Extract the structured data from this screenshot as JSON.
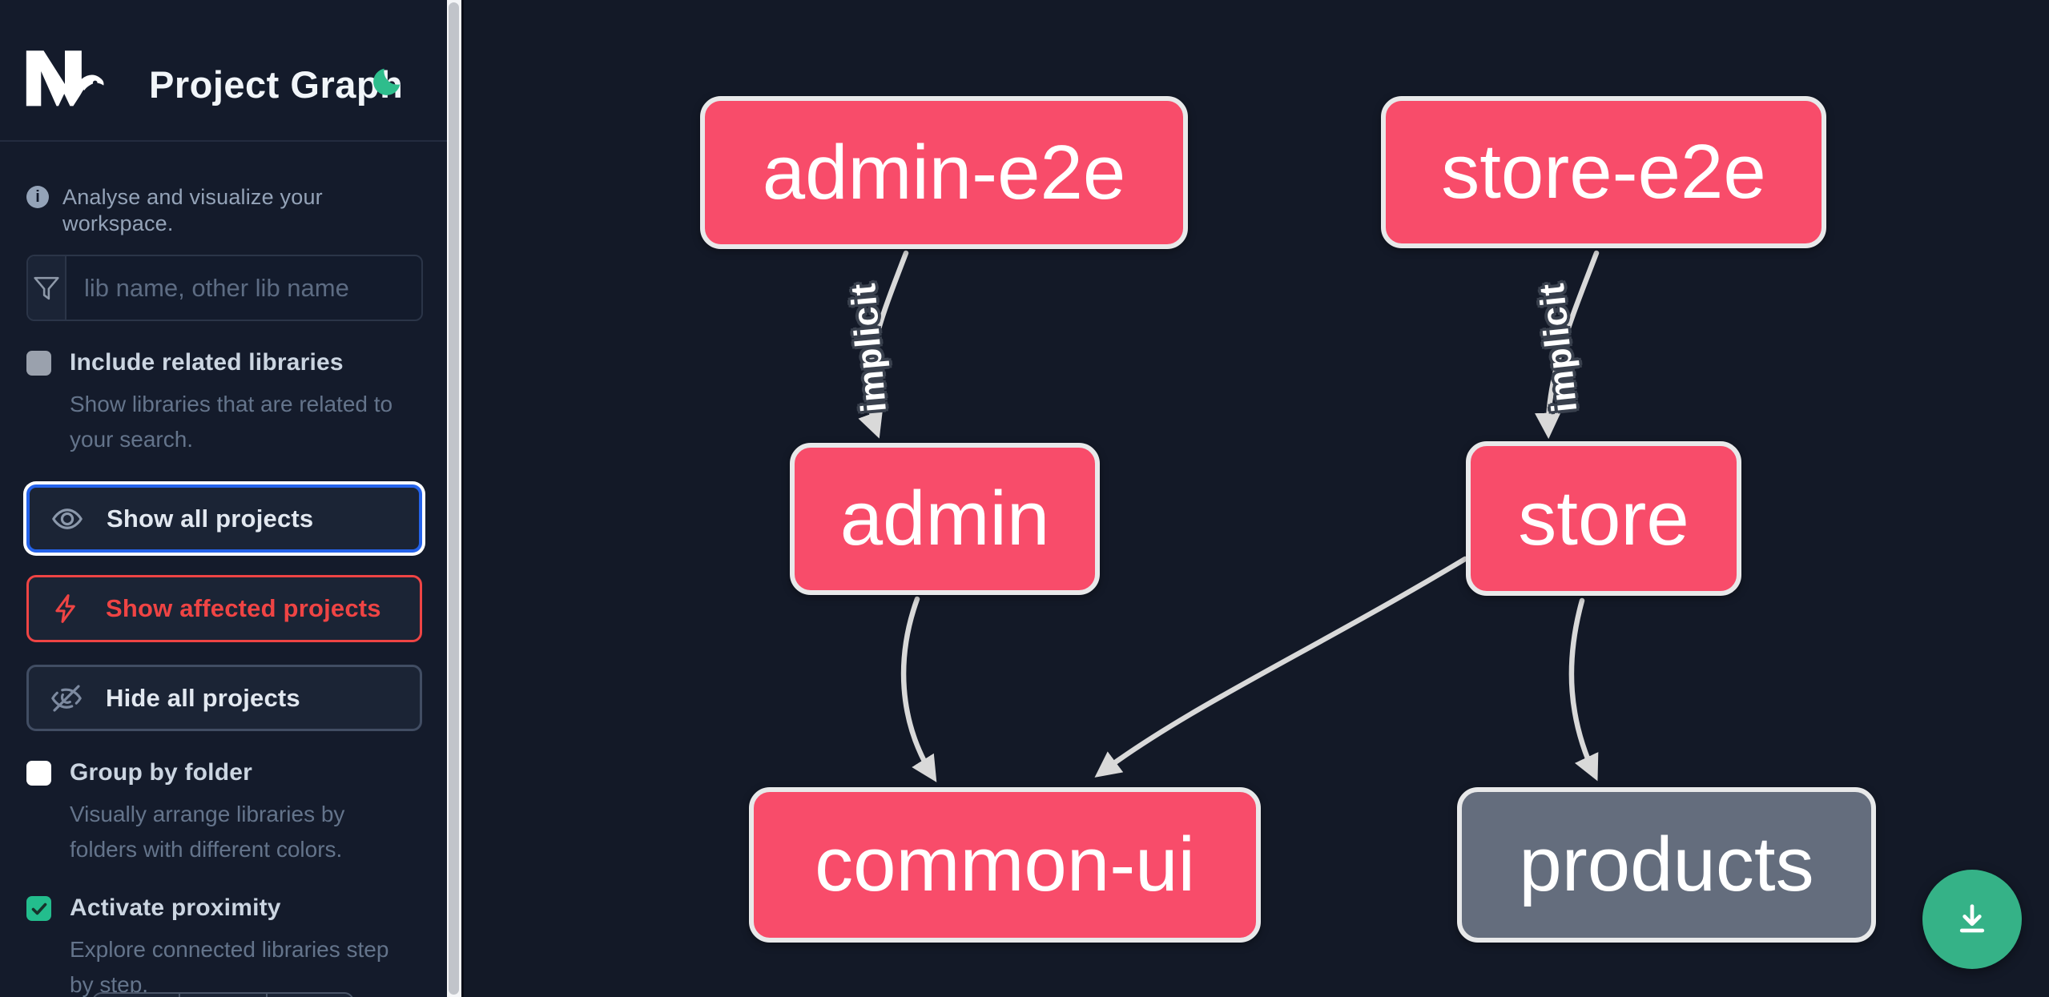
{
  "header": {
    "app_title": "Project Graph",
    "logo": "nx-logo",
    "theme_toggle_icon": "moon-icon"
  },
  "info_banner": {
    "text": "Analyse and visualize your workspace."
  },
  "search": {
    "placeholder": "lib name, other lib name",
    "value": "",
    "icon": "funnel-icon"
  },
  "options": [
    {
      "label": "Include related libraries",
      "checked": false,
      "description": "Show libraries that are related to your search."
    }
  ],
  "actions": [
    {
      "label": "Show all projects",
      "icon": "eye-icon",
      "state": "focused"
    },
    {
      "label": "Show affected projects",
      "icon": "bolt-icon",
      "state": "affected"
    },
    {
      "label": "Hide all projects",
      "icon": "eye-slash-icon",
      "state": "default"
    }
  ],
  "toggles": [
    {
      "label": "Group by folder",
      "checked": false,
      "description": "Visually arrange libraries by folders with different colors."
    },
    {
      "label": "Activate proximity",
      "checked": true,
      "description": "Explore connected libraries step by step."
    }
  ],
  "graph": {
    "nodes": [
      {
        "id": "admin-e2e",
        "label": "admin-e2e",
        "type": "app"
      },
      {
        "id": "store-e2e",
        "label": "store-e2e",
        "type": "app"
      },
      {
        "id": "admin",
        "label": "admin",
        "type": "app"
      },
      {
        "id": "store",
        "label": "store",
        "type": "app"
      },
      {
        "id": "common-ui",
        "label": "common-ui",
        "type": "app"
      },
      {
        "id": "products",
        "label": "products",
        "type": "neutral"
      }
    ],
    "edges": [
      {
        "from": "admin-e2e",
        "to": "admin",
        "label": "implicit"
      },
      {
        "from": "store-e2e",
        "to": "store",
        "label": "implicit"
      },
      {
        "from": "admin",
        "to": "common-ui",
        "label": ""
      },
      {
        "from": "store",
        "to": "common-ui",
        "label": ""
      },
      {
        "from": "store",
        "to": "products",
        "label": ""
      }
    ]
  },
  "fab": {
    "icon": "download-icon"
  },
  "theme": {
    "sidebar-bg": "#141b2b",
    "canvas-bg": "#131927",
    "node-pink": "#f84c6a",
    "node-gray": "#646d7d",
    "edge-gray": "#d9d9d9",
    "accent-green": "#2ebd8c",
    "fab-green": "#35b287",
    "focus-blue": "#2563eb",
    "danger-red": "#ef4444",
    "text-muted": "#64748b",
    "text-label": "#cbd5e1"
  }
}
